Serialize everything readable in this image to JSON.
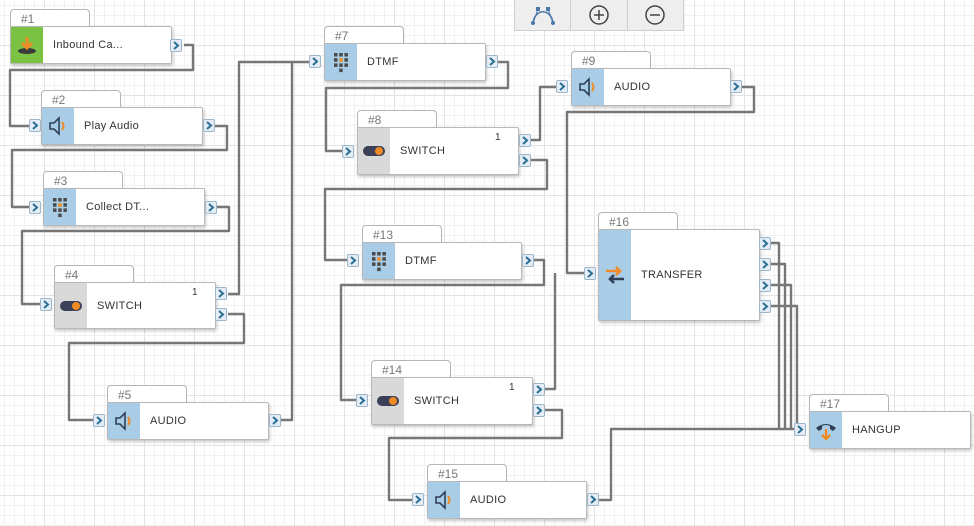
{
  "toolbar": {
    "buttons": [
      {
        "name": "bezier-curve-button",
        "icon": "bezier-icon"
      },
      {
        "name": "zoom-in-button",
        "icon": "plus-circle-icon"
      },
      {
        "name": "zoom-out-button",
        "icon": "minus-circle-icon"
      }
    ]
  },
  "nodes": {
    "n1": {
      "id": "#1",
      "label": "Inbound Ca...",
      "icon": "inbound-call-icon"
    },
    "n2": {
      "id": "#2",
      "label": "Play Audio",
      "icon": "speaker-icon"
    },
    "n3": {
      "id": "#3",
      "label": "Collect DT...",
      "icon": "keypad-icon"
    },
    "n4": {
      "id": "#4",
      "label": "SWITCH",
      "branch": "1",
      "icon": "switch-toggle-icon"
    },
    "n5": {
      "id": "#5",
      "label": "AUDIO",
      "icon": "speaker-icon"
    },
    "n7": {
      "id": "#7",
      "label": "DTMF",
      "icon": "keypad-icon"
    },
    "n8": {
      "id": "#8",
      "label": "SWITCH",
      "branch": "1",
      "icon": "switch-toggle-icon"
    },
    "n9": {
      "id": "#9",
      "label": "AUDIO",
      "icon": "speaker-icon"
    },
    "n13": {
      "id": "#13",
      "label": "DTMF",
      "icon": "keypad-icon"
    },
    "n14": {
      "id": "#14",
      "label": "SWITCH",
      "branch": "1",
      "icon": "switch-toggle-icon"
    },
    "n15": {
      "id": "#15",
      "label": "AUDIO",
      "icon": "speaker-icon"
    },
    "n16": {
      "id": "#16",
      "label": "TRANSFER",
      "icon": "transfer-arrows-icon"
    },
    "n17": {
      "id": "#17",
      "label": "HANGUP",
      "icon": "hangup-phone-icon"
    }
  },
  "colors": {
    "icon_cell": "#a9cde6",
    "inbound_cell": "#7cc242",
    "switch_cell": "#d9d9d9",
    "wire": "#777777",
    "port_arrow": "#2c6f96"
  }
}
